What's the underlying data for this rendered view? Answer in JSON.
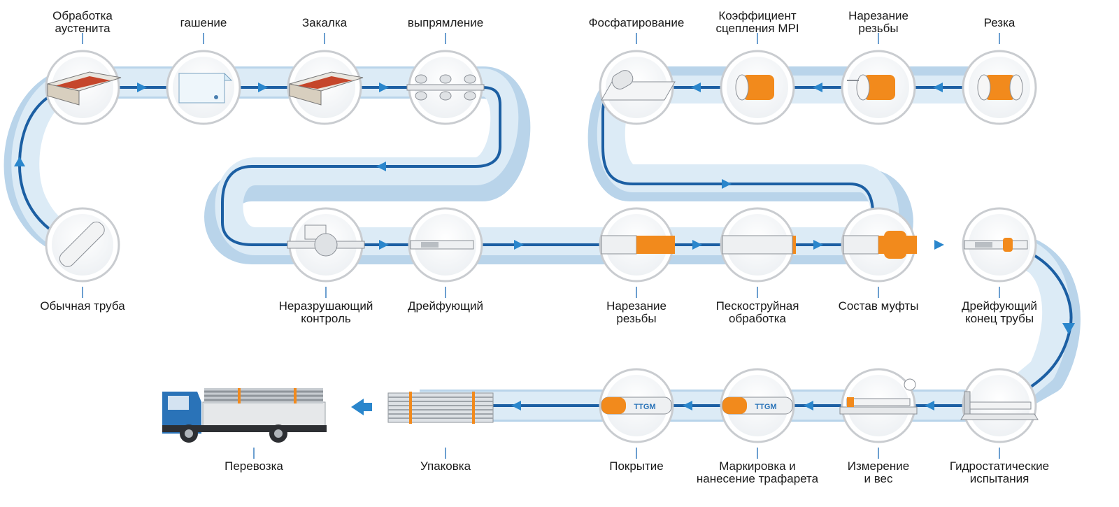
{
  "colors": {
    "track_light": "#dcebf6",
    "track_shadow": "#b9d4ea",
    "track_line": "#1c5fa3",
    "arrow": "#2a86cc",
    "orange": "#f28a1c",
    "gray_icon": "#8a8f96",
    "node_ring": "#c9ccd0",
    "truck_cab": "#2a73b8"
  },
  "stations": [
    {
      "id": "austenite",
      "label": [
        "Обработка",
        "аустенита"
      ],
      "icon": "furnace-icon"
    },
    {
      "id": "quench",
      "label": [
        "гашение"
      ],
      "icon": "quench-tank-icon"
    },
    {
      "id": "hardening",
      "label": [
        "Закалка"
      ],
      "icon": "furnace-icon"
    },
    {
      "id": "straighten",
      "label": [
        "выпрямление"
      ],
      "icon": "straightener-rolls-icon"
    },
    {
      "id": "phosphate",
      "label": [
        "Фосфатирование"
      ],
      "icon": "phosphate-bath-icon"
    },
    {
      "id": "mpi",
      "label": [
        "Коэффициент",
        "сцепления MPI"
      ],
      "icon": "mpi-coupling-icon"
    },
    {
      "id": "thread1",
      "label": [
        "Нарезание",
        "резьбы"
      ],
      "icon": "thread-cutter-icon"
    },
    {
      "id": "cut",
      "label": [
        "Резка"
      ],
      "icon": "coupling-blank-icon"
    },
    {
      "id": "plain_pipe",
      "label": [
        "Обычная труба"
      ],
      "icon": "plain-pipe-icon"
    },
    {
      "id": "ndt",
      "label": [
        "Неразрушающий",
        "контроль"
      ],
      "icon": "ndt-scanner-icon"
    },
    {
      "id": "drift",
      "label": [
        "Дрейфующий"
      ],
      "icon": "drift-mandrel-icon"
    },
    {
      "id": "thread2",
      "label": [
        "Нарезание",
        "резьбы"
      ],
      "icon": "pipe-threading-icon"
    },
    {
      "id": "sandblast",
      "label": [
        "Пескоструйная",
        "обработка"
      ],
      "icon": "sandblast-icon"
    },
    {
      "id": "coupling",
      "label": [
        "Состав муфты"
      ],
      "icon": "coupling-assembly-icon"
    },
    {
      "id": "drift_end",
      "label": [
        "Дрейфующий",
        "конец трубы"
      ],
      "icon": "drift-end-icon"
    },
    {
      "id": "hydro",
      "label": [
        "Гидростатические",
        "испытания"
      ],
      "icon": "hydro-test-icon"
    },
    {
      "id": "measure",
      "label": [
        "Измерение",
        "и вес"
      ],
      "icon": "scale-icon"
    },
    {
      "id": "marking",
      "label": [
        "Маркировка и",
        "нанесение трафарета"
      ],
      "icon": "marking-icon",
      "stamp": "TTGM"
    },
    {
      "id": "coating",
      "label": [
        "Покрытие"
      ],
      "icon": "coating-icon",
      "stamp": "TTGM"
    },
    {
      "id": "packing",
      "label": [
        "Упаковка"
      ],
      "icon": "pipe-bundle-icon"
    },
    {
      "id": "transport",
      "label": [
        "Перевозка"
      ],
      "icon": "truck-icon"
    }
  ]
}
